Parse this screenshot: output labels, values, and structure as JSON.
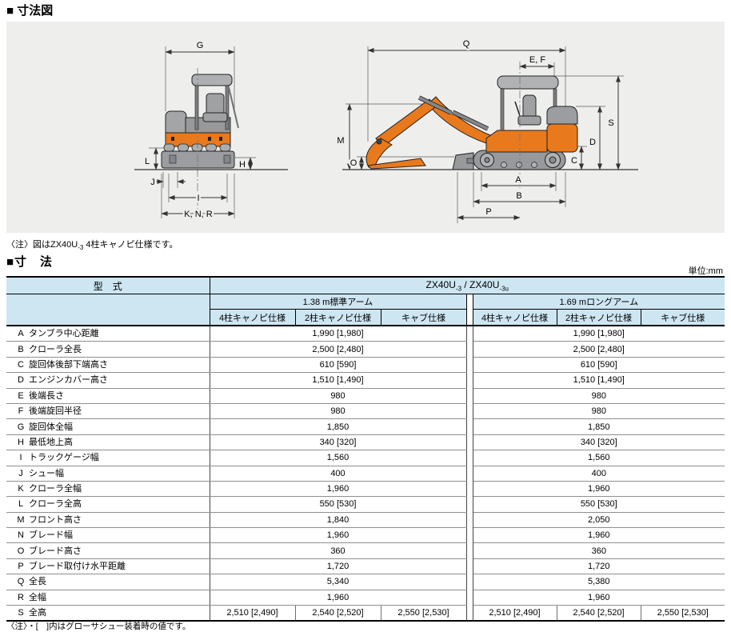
{
  "titles": {
    "diagram_section": "■ 寸法図",
    "table_section": "■寸　法"
  },
  "diagram": {
    "note_parts": [
      "〈注〉図はZX40U",
      "-3",
      " 4柱キャノピ仕様です。"
    ],
    "front_view": {
      "g": "G",
      "l": "L",
      "h": "H",
      "j": "J",
      "i": "I",
      "knr": "K, N, R"
    },
    "side_view": {
      "q": "Q",
      "ef": "E, F",
      "m": "M",
      "o": "O",
      "a": "A",
      "b": "B",
      "p": "P",
      "c": "C",
      "d": "D",
      "s": "S"
    }
  },
  "table": {
    "unit_label": "単位:mm",
    "model_col_header": "型　式",
    "model_title_parts": {
      "base1": "ZX40U",
      "sub1": "-3",
      "sep": " / ",
      "base2": "ZX40U",
      "sub2": "-3u"
    },
    "arm_sections": [
      {
        "arm_label": "1.38 m標準アーム",
        "spec_cols": [
          "4柱キャノピ仕様",
          "2柱キャノピ仕様",
          "キャブ仕様"
        ]
      },
      {
        "arm_label": "1.69 mロングアーム",
        "spec_cols": [
          "4柱キャノピ仕様",
          "2柱キャノピ仕様",
          "キャブ仕様"
        ]
      }
    ],
    "rows": [
      {
        "key": "A",
        "label": "タンブラ中心距離",
        "section1": [
          "1,990 [1,980]"
        ],
        "section2": [
          "1,990 [1,980]"
        ]
      },
      {
        "key": "B",
        "label": "クローラ全長",
        "section1": [
          "2,500 [2,480]"
        ],
        "section2": [
          "2,500 [2,480]"
        ]
      },
      {
        "key": "C",
        "label": "旋回体後部下端高さ",
        "section1": [
          "610 [590]"
        ],
        "section2": [
          "610 [590]"
        ]
      },
      {
        "key": "D",
        "label": "エンジンカバー高さ",
        "section1": [
          "1,510 [1,490]"
        ],
        "section2": [
          "1,510 [1,490]"
        ]
      },
      {
        "key": "E",
        "label": "後端長さ",
        "section1": [
          "980"
        ],
        "section2": [
          "980"
        ]
      },
      {
        "key": "F",
        "label": "後端旋回半径",
        "section1": [
          "980"
        ],
        "section2": [
          "980"
        ]
      },
      {
        "key": "G",
        "label": "旋回体全幅",
        "section1": [
          "1,850"
        ],
        "section2": [
          "1,850"
        ]
      },
      {
        "key": "H",
        "label": "最低地上高",
        "section1": [
          "340 [320]"
        ],
        "section2": [
          "340 [320]"
        ]
      },
      {
        "key": "I",
        "label": "トラックゲージ幅",
        "section1": [
          "1,560"
        ],
        "section2": [
          "1,560"
        ]
      },
      {
        "key": "J",
        "label": "シュー幅",
        "section1": [
          "400"
        ],
        "section2": [
          "400"
        ]
      },
      {
        "key": "K",
        "label": "クローラ全幅",
        "section1": [
          "1,960"
        ],
        "section2": [
          "1,960"
        ]
      },
      {
        "key": "L",
        "label": "クローラ全高",
        "section1": [
          "550 [530]"
        ],
        "section2": [
          "550 [530]"
        ]
      },
      {
        "key": "M",
        "label": "フロント高さ",
        "section1": [
          "1,840"
        ],
        "section2": [
          "2,050"
        ]
      },
      {
        "key": "N",
        "label": "ブレード幅",
        "section1": [
          "1,960"
        ],
        "section2": [
          "1,960"
        ]
      },
      {
        "key": "O",
        "label": "ブレード高さ",
        "section1": [
          "360"
        ],
        "section2": [
          "360"
        ]
      },
      {
        "key": "P",
        "label": "ブレード取付け水平距離",
        "section1": [
          "1,720"
        ],
        "section2": [
          "1,720"
        ]
      },
      {
        "key": "Q",
        "label": "全長",
        "section1": [
          "5,340"
        ],
        "section2": [
          "5,380"
        ]
      },
      {
        "key": "R",
        "label": "全幅",
        "section1": [
          "1,960"
        ],
        "section2": [
          "1,960"
        ]
      },
      {
        "key": "S",
        "label": "全高",
        "section1": [
          "2,510 [2,490]",
          "2,540 [2,520]",
          "2,550 [2,530]"
        ],
        "section2": [
          "2,510 [2,490]",
          "2,540 [2,520]",
          "2,550 [2,530]"
        ]
      }
    ],
    "note": "〈注〉・[　]内はグローサシュー装着時の値です。"
  },
  "colors": {
    "machine_orange": "#e8791d",
    "machine_gray": "#9b9da0",
    "table_header_blue": "#cde6f2",
    "diagram_bg": "#eeefed"
  }
}
